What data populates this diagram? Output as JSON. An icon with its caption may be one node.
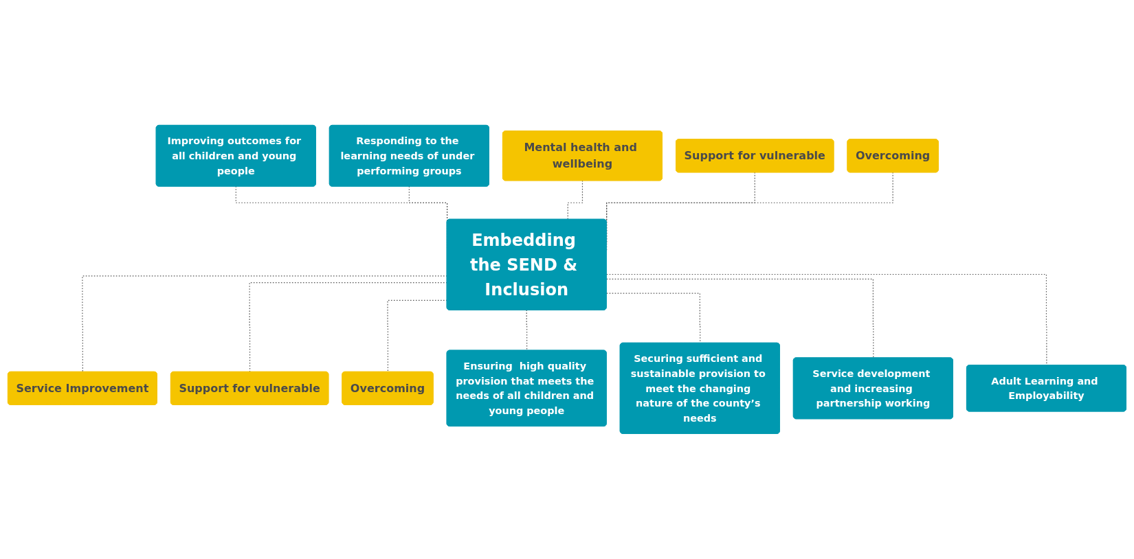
{
  "diagram": {
    "nodes": [
      {
        "text": [
          "Improving outcomes for all children and young people"
        ]
      },
      {
        "text": [
          "Responding to the learning needs of under performing groups"
        ]
      },
      {
        "text": [
          "Mental health and wellbeing"
        ]
      },
      {
        "text": [
          "Support for vulnerable"
        ]
      },
      {
        "text": [
          "Overcoming"
        ]
      },
      {
        "text": [
          "Embedding the SEND & Inclusion"
        ]
      },
      {
        "text": [
          "Service Improvement"
        ]
      },
      {
        "text": [
          "Support for vulnerable"
        ]
      },
      {
        "text": [
          "Overcoming"
        ]
      },
      {
        "text": [
          "Ensuring  high quality provision that meets the needs of all children and young people"
        ]
      },
      {
        "text": [
          "Securing sufficient and sustainable provision to meet the changing nature of the county’s needs"
        ]
      },
      {
        "text": [
          "Service development and increasing partnership working"
        ]
      },
      {
        "text": [
          "Adult Learning and Employability"
        ]
      }
    ],
    "edges": [
      {
        "from": 0,
        "to": 5,
        "arrow": "none",
        "style": "dashed"
      },
      {
        "from": 1,
        "to": 5,
        "arrow": "none",
        "style": "dashed"
      },
      {
        "from": 2,
        "to": 5,
        "arrow": "none",
        "style": "dashed"
      },
      {
        "from": 3,
        "to": 5,
        "arrow": "none",
        "style": "dashed"
      },
      {
        "from": 4,
        "to": 5,
        "arrow": "none",
        "style": "dashed"
      },
      {
        "from": 5,
        "to": 6,
        "arrow": "none",
        "style": "dashed"
      },
      {
        "from": 5,
        "to": 7,
        "arrow": "none",
        "style": "dashed"
      },
      {
        "from": 5,
        "to": 8,
        "arrow": "none",
        "style": "dashed"
      },
      {
        "from": 5,
        "to": 9,
        "arrow": "none",
        "style": "dashed"
      },
      {
        "from": 5,
        "to": 10,
        "arrow": "none",
        "style": "dashed"
      },
      {
        "from": 5,
        "to": 11,
        "arrow": "none",
        "style": "dashed"
      },
      {
        "from": 5,
        "to": 12,
        "arrow": "none",
        "style": "dashed"
      }
    ]
  }
}
